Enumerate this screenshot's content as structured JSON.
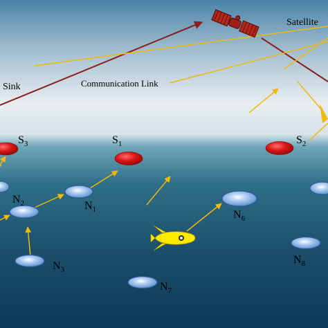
{
  "labels": {
    "satellite": "Satellite",
    "sink": "Sink",
    "communication_link": "Communication Link"
  },
  "surface_nodes": [
    {
      "id": "s3",
      "base": "S",
      "sub": "3"
    },
    {
      "id": "s1",
      "base": "S",
      "sub": "1"
    },
    {
      "id": "s2",
      "base": "S",
      "sub": "2"
    }
  ],
  "underwater_nodes": [
    {
      "id": "n1",
      "base": "N",
      "sub": "1"
    },
    {
      "id": "n2",
      "base": "N",
      "sub": "2"
    },
    {
      "id": "n3",
      "base": "N",
      "sub": "3"
    },
    {
      "id": "n6",
      "base": "N",
      "sub": "6"
    },
    {
      "id": "n7",
      "base": "N",
      "sub": "7"
    },
    {
      "id": "n8",
      "base": "N",
      "sub": "8"
    }
  ],
  "colors": {
    "sky_top": "#4a83a8",
    "sky_mid": "#e8eef2",
    "water_top": "#3a8096",
    "water_bottom": "#0e3a58",
    "link_yellow": "#f2b70b",
    "link_darkred": "#8a1c1c",
    "surface_node": "#cc1010",
    "underwater_node": "#6f9fd8",
    "auv": "#ffea00"
  }
}
